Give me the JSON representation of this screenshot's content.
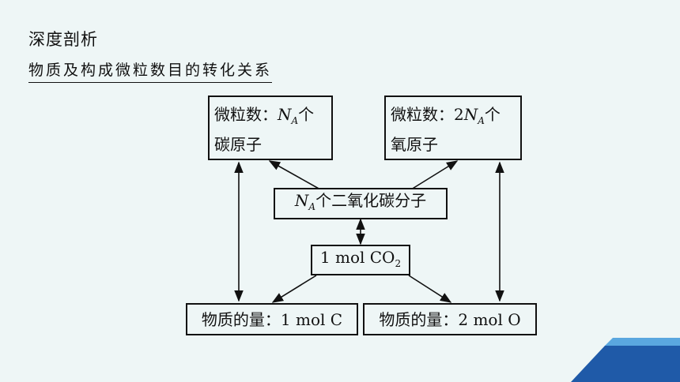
{
  "header": {
    "title": "深度剖析",
    "subtitle": "物质及构成微粒数目的转化关系"
  },
  "diagram": {
    "box_carbon": {
      "line1_prefix": "微粒数：",
      "line1_var": "N",
      "line1_sub": "A",
      "line1_suffix": "个",
      "line2": "碳原子"
    },
    "box_oxygen": {
      "line1_prefix": "微粒数：2",
      "line1_var": "N",
      "line1_sub": "A",
      "line1_suffix": "个",
      "line2": "氧原子"
    },
    "box_molecules": {
      "var": "N",
      "sub": "A",
      "suffix": "个二氧化碳分子"
    },
    "box_mol": {
      "text": "1 mol CO",
      "sub": "2"
    },
    "box_amount_c": {
      "text": "物质的量：1 mol C"
    },
    "box_amount_o": {
      "text": "物质的量：2 mol O"
    }
  },
  "colors": {
    "background": "#eef6f6",
    "corner_dark": "#1f5aa8",
    "corner_light": "#5aa7df"
  }
}
